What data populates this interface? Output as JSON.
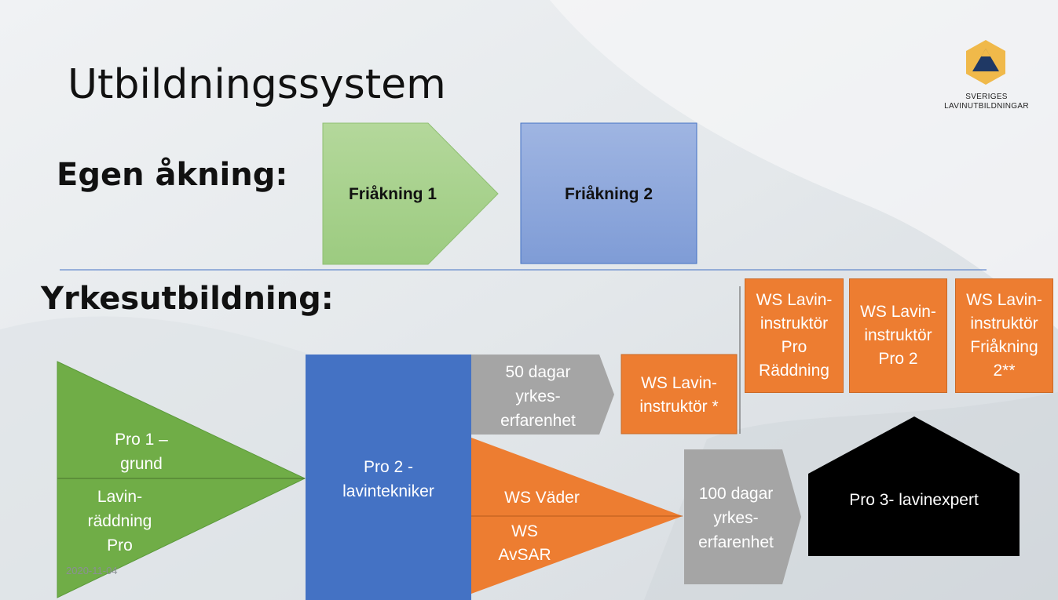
{
  "title": "Utbildningssystem",
  "logo": {
    "line1": "SVERIGES",
    "line2": "LAVINUTBILDNINGAR"
  },
  "sections": {
    "egen": "Egen åkning:",
    "yrke": "Yrkesutbildning:"
  },
  "egen_akning": {
    "friakning1": "Friåkning 1",
    "friakning2": "Friåkning 2"
  },
  "yrkesutbildning": {
    "pro1_grund": "Pro 1 –\ngrund",
    "lavinraddning_pro": "Lavin-\nräddning\nPro",
    "pro2": "Pro 2 -\nlavintekniker",
    "erfarenhet50": "50 dagar\nyrkes-\nerfarenhet",
    "ws_instruktor": "WS Lavin-\ninstruktör *",
    "ws_pro_raddning": "WS Lavin-\ninstruktör\nPro\nRäddning",
    "ws_pro2": "WS Lavin-\ninstruktör\nPro 2",
    "ws_friakning2": "WS Lavin-\ninstruktör\nFriåkning\n2**",
    "ws_vader": "WS Väder",
    "ws_avsar": "WS\nAvSAR",
    "erfarenhet100": "100 dagar\nyrkes-\nerfarenhet",
    "pro3": "Pro 3- lavinexpert"
  },
  "date": "2020-11-04",
  "colors": {
    "green_light": "#a9d18e",
    "blue_light": "#8faadc",
    "green": "#70ad47",
    "blue": "#4472c4",
    "gray": "#a5a5a5",
    "orange": "#ed7d31",
    "black": "#000000",
    "logo_gold": "#f0b94a",
    "logo_navy": "#1f3864"
  }
}
